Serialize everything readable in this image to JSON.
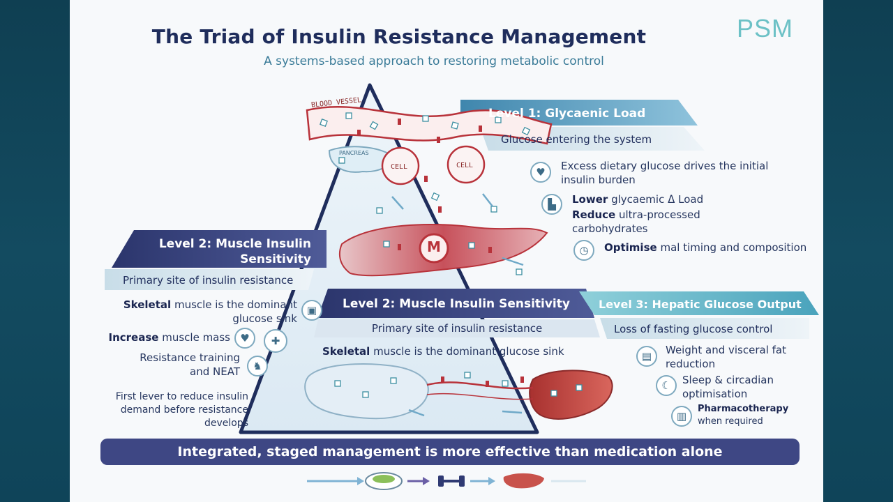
{
  "header": {
    "title": "The Triad of Insulin Resistance Management",
    "subtitle": "A systems-based approach to restoring metabolic control",
    "logo": "PSM"
  },
  "labels": {
    "blood_vessel": "BLOOD VESSEL",
    "pancreas": "PANCREAS",
    "cell_left": "CELL",
    "cell_right": "CELL",
    "muscle_marker": "M"
  },
  "level1": {
    "title": "Level 1: Glycaenic Load",
    "subtitle": "Glucose entering the system",
    "description": "Excess dietary glucose drives the initial insulin burden",
    "items": [
      {
        "bold": "Lower",
        "text": "glycaemic ᐃ Load"
      },
      {
        "bold": "Reduce",
        "text": "ultra-processed carbohydrates"
      },
      {
        "bold": "Optimise",
        "text": "mal timing and composition"
      }
    ]
  },
  "level2_left": {
    "title_line1": "Level 2: Muscle Insulin",
    "title_line2": "Sensitivity",
    "subtitle": "Primary site of insulin resistance",
    "description_bold": "Skeletal",
    "description": "muscle is the dominant glucose sink",
    "items": [
      {
        "bold": "Increase",
        "text": "muscle mass"
      },
      {
        "bold": "",
        "text": "Resistance training and NEAT"
      }
    ],
    "note": "First lever to reduce insulin demand before resistance develops"
  },
  "level2_center": {
    "title": "Level 2: Muscle Insulin Sensitivity",
    "subtitle": "Primary site of insulin resistance",
    "description_bold": "Skeletal",
    "description": "muscle is the dominant glucose sink"
  },
  "level3": {
    "title": "Level 3: Hepatic Glucose Output",
    "subtitle": "Loss of fasting glucose control",
    "items": [
      {
        "bold": "",
        "text": "Weight and visceral fat reduction"
      },
      {
        "bold": "",
        "text": "Sleep & circadian optimisation"
      },
      {
        "bold": "Pharmacotherapy",
        "text": "when required"
      }
    ]
  },
  "footer": {
    "text": "Integrated, staged management is more effective than medication alone"
  },
  "colors": {
    "navy": "#1f2d5c",
    "banner_blue": "#4a8fb3",
    "banner_navy": "#2f3a73",
    "teal": "#6cc1c6",
    "vessel_red": "#b8323a"
  },
  "icons": [
    "heart-icon",
    "meal-icon",
    "clock-icon",
    "muscle-icon",
    "dumbbell-icon",
    "running-icon",
    "scale-icon",
    "moon-icon",
    "pill-icon"
  ]
}
